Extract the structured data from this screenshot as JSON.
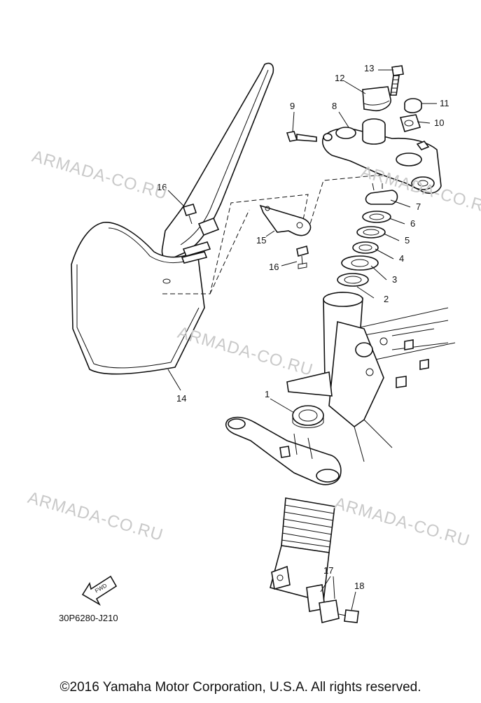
{
  "watermark": "ARMADA-CO.RU",
  "callouts": [
    "1",
    "2",
    "3",
    "4",
    "5",
    "6",
    "7",
    "8",
    "9",
    "10",
    "11",
    "12",
    "13",
    "14",
    "15",
    "16",
    "16",
    "17",
    "18"
  ],
  "fwd_label": "FWD",
  "figure_code": "30P6280-J210",
  "copyright": "©2016 Yamaha Motor Corporation, U.S.A. All rights reserved."
}
